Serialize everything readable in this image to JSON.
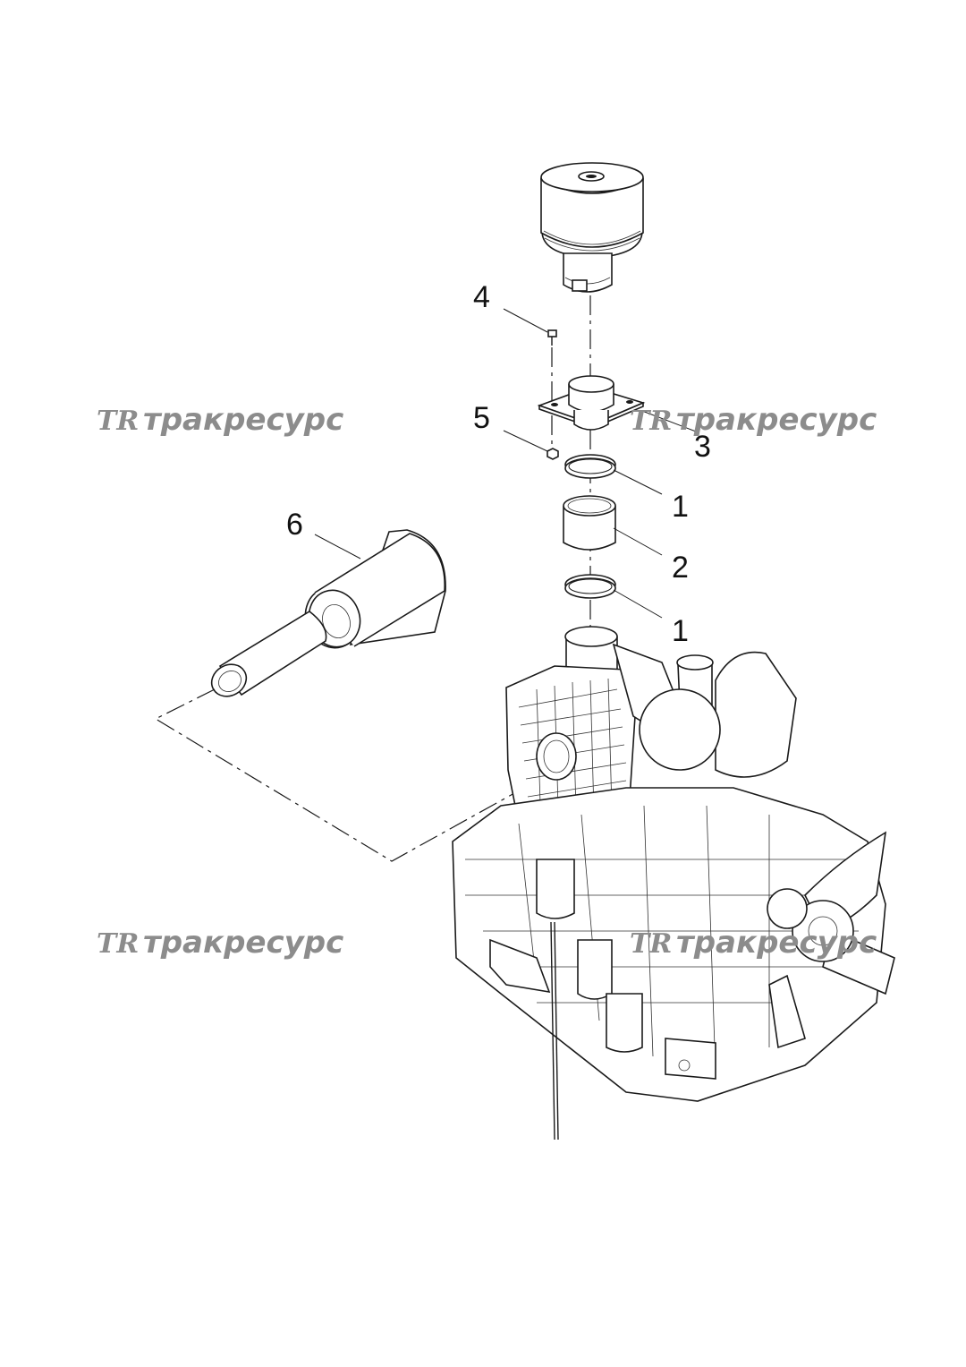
{
  "callouts": {
    "c1a": "1",
    "c1b": "1",
    "c2": "2",
    "c3": "3",
    "c4": "4",
    "c5": "5",
    "c6": "6"
  },
  "watermark": {
    "text": "тракресурс",
    "logo": "TR"
  },
  "colors": {
    "line": "#1a1a1a",
    "watermark": "#8c8c8c",
    "background": "#ffffff"
  }
}
